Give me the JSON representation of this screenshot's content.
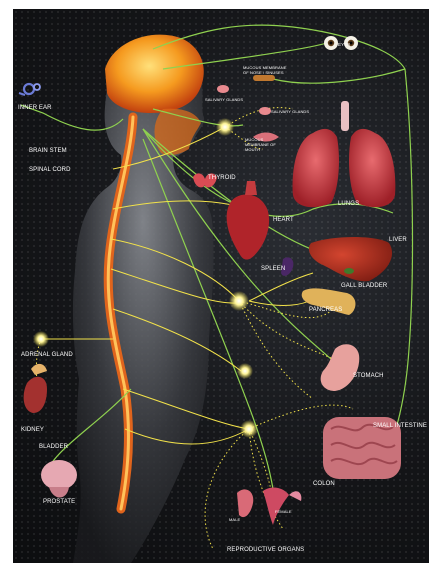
{
  "labels": {
    "eyes": "EYES",
    "inner_ear": "INNER EAR",
    "brain_stem": "BRAIN STEM",
    "spinal_cord": "SPINAL CORD",
    "salivary_glands_1": "SALIVARY GLANDS",
    "mucous_membrane_nose": "MUCOUS MEMBRANE OF NOSE / SINUSES",
    "salivary_glands_2": "SALIVARY GLANDS",
    "mucous_membrane_mouth": "MUCOUS MEMBRANE OF MOUTH",
    "thyroid": "THYROID",
    "heart": "HEART",
    "lungs": "LUNGS",
    "liver": "LIVER",
    "spleen": "SPLEEN",
    "gall_bladder": "GALL BLADDER",
    "pancreas": "PANCREAS",
    "adrenal_gland": "ADRENAL GLAND",
    "kidney": "KIDNEY",
    "stomach": "STOMACH",
    "small_intestine": "SMALL INTESTINE",
    "bladder": "BLADDER",
    "prostate": "PROSTATE",
    "colon": "COLON",
    "male": "MALE",
    "female": "FEMALE",
    "reproductive_organs": "REPRODUCTIVE ORGANS"
  },
  "colors": {
    "background": "#111214",
    "nerve_green": "#8fd14f",
    "nerve_yellow": "#f2e24a",
    "spine": "#e0641c",
    "brain": "#f39a1e",
    "organ_red": "#c8343a",
    "organ_pink": "#e98a8f"
  }
}
